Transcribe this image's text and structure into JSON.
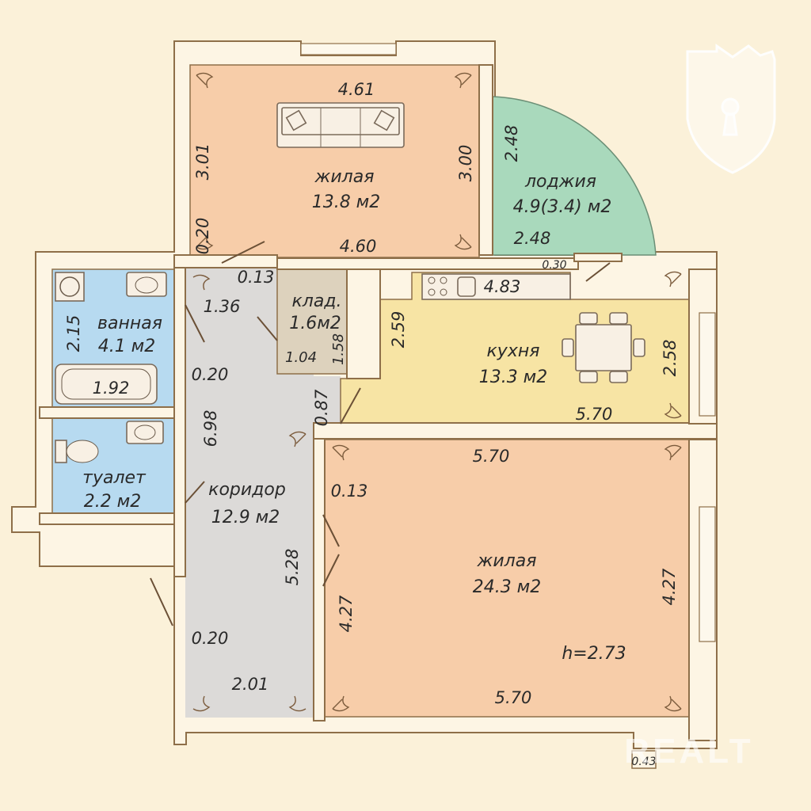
{
  "rooms": {
    "living_small": {
      "name": "жилая",
      "area": "13.8 м2",
      "color": "#f7cda9"
    },
    "loggia": {
      "name": "лоджия",
      "area": "4.9(3.4) м2",
      "color": "#a9d9bc"
    },
    "bath": {
      "name": "ванная",
      "area": "4.1 м2",
      "color": "#b7daf0"
    },
    "storage": {
      "name": "клад.",
      "area": "1.6м2",
      "color": "#ddd2bd"
    },
    "kitchen": {
      "name": "кухня",
      "area": "13.3 м2",
      "color": "#f7e4a4"
    },
    "toilet": {
      "name": "туалет",
      "area": "2.2 м2",
      "color": "#b7daf0"
    },
    "corridor": {
      "name": "коридор",
      "area": "12.9 м2",
      "color": "#dcdad8"
    },
    "living_large": {
      "name": "жилая",
      "area": "24.3 м2",
      "color": "#f7cda9"
    }
  },
  "dims": {
    "d461": "4.61",
    "d301": "3.01",
    "d300": "3.00",
    "d248a": "2.48",
    "d248b": "2.48",
    "d020a": "0.20",
    "d460": "4.60",
    "d030": "0.30",
    "d013a": "0.13",
    "d136": "1.36",
    "d215": "2.15",
    "d192": "1.92",
    "d020b": "0.20",
    "d104": "1.04",
    "d158": "1.58",
    "d259": "2.59",
    "d483": "4.83",
    "d258": "2.58",
    "d087": "0.87",
    "d570a": "5.70",
    "d698": "6.98",
    "d570b": "5.70",
    "d013b": "0.13",
    "d528": "5.28",
    "d427a": "4.27",
    "d427b": "4.27",
    "d020c": "0.20",
    "d201": "2.01",
    "d570c": "5.70",
    "d043": "0.43"
  },
  "ceiling": "h=2.73",
  "watermark": "REALT",
  "icons": [
    "shield-keyhole-icon",
    "sofa-icon",
    "dining-table-icon",
    "bathtub-icon",
    "sink-icon",
    "washing-machine-icon",
    "toilet-icon",
    "stove-icon"
  ],
  "colors": {
    "wall": "#8e6f49",
    "background": "#fbf1d9"
  }
}
